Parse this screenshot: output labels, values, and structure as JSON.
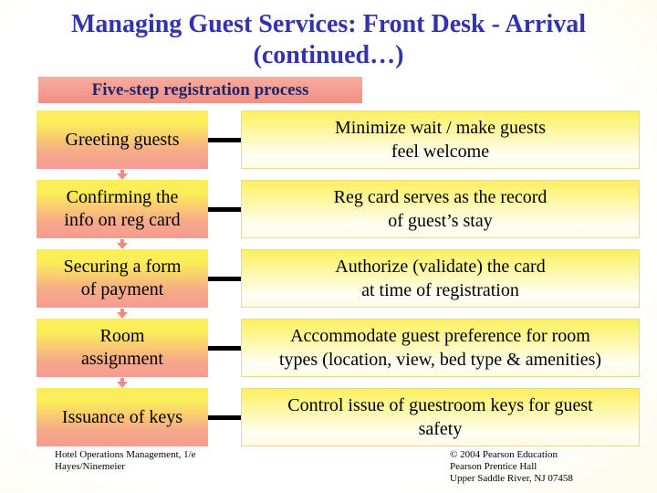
{
  "slide": {
    "title_line1": "Managing Guest Services: Front Desk - Arrival",
    "title_line2": "(continued…)",
    "subtitle": "Five-step registration process"
  },
  "process": {
    "steps": [
      {
        "label": "Greeting guests",
        "detail": "Minimize wait / make guests\nfeel welcome"
      },
      {
        "label": "Confirming the\ninfo on reg card",
        "detail": "Reg card serves as the record\nof guest’s stay"
      },
      {
        "label": "Securing a form\nof payment",
        "detail": "Authorize (validate) the card\nat time of registration"
      },
      {
        "label": "Room\nassignment",
        "detail": "Accommodate guest preference for room\ntypes (location, view, bed type & amenities)"
      },
      {
        "label": "Issuance of keys",
        "detail": "Control issue of guestroom keys for guest\nsafety"
      }
    ]
  },
  "footer": {
    "left": "Hotel Operations Management, 1/e\nHayes/Ninemeier",
    "right": "© 2004 Pearson Education\nPearson Prentice Hall\nUpper Saddle River, NJ 07458"
  },
  "colors": {
    "title_text": "#3333ae",
    "subtitle_text": "#232368",
    "subtitle_bg_top": "#f8aca0",
    "subtitle_bg_bottom": "#f19083",
    "step_box_top": "#fbee59",
    "step_box_bottom": "#f59b93",
    "detail_box_top": "#fcf05e",
    "detail_box_bottom": "#fdfae6",
    "detail_box_border": "#e3dc8e",
    "connector": "#000000",
    "arrow": "#ee8b7e",
    "body_text": "#000000"
  }
}
